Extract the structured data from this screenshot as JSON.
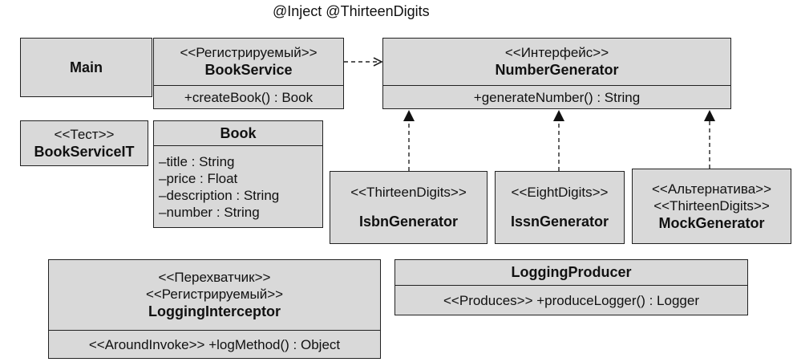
{
  "caption": "@Inject @ThirteenDigits",
  "classes": {
    "main": {
      "name": "Main"
    },
    "book_service": {
      "stereotype": "<<Регистрируемый>>",
      "name": "BookService",
      "method": "+createBook() : Book"
    },
    "number_generator": {
      "stereotype": "<<Интерфейс>>",
      "name": "NumberGenerator",
      "method": "+generateNumber() : String"
    },
    "book_service_it": {
      "stereotype": "<<Тест>>",
      "name": "BookServiceIT"
    },
    "book": {
      "name": "Book",
      "attributes": [
        "–title : String",
        "–price : Float",
        "–description : String",
        "–number : String"
      ]
    },
    "isbn_generator": {
      "stereotype": "<<ThirteenDigits>>",
      "name": "IsbnGenerator"
    },
    "issn_generator": {
      "stereotype": "<<EightDigits>>",
      "name": "IssnGenerator"
    },
    "mock_generator": {
      "stereotype1": "<<Альтернатива>>",
      "stereotype2": "<<ThirteenDigits>>",
      "name": "MockGenerator"
    },
    "logging_interceptor": {
      "stereotype1": "<<Перехватчик>>",
      "stereotype2": "<<Регистрируемый>>",
      "name": "LoggingInterceptor",
      "method": "<<AroundInvoke>> +logMethod() : Object"
    },
    "logging_producer": {
      "name": "LoggingProducer",
      "method": "<<Produces>> +produceLogger() : Logger"
    }
  },
  "colors": {
    "box_fill": "#d9d9d9",
    "line": "#222222"
  }
}
